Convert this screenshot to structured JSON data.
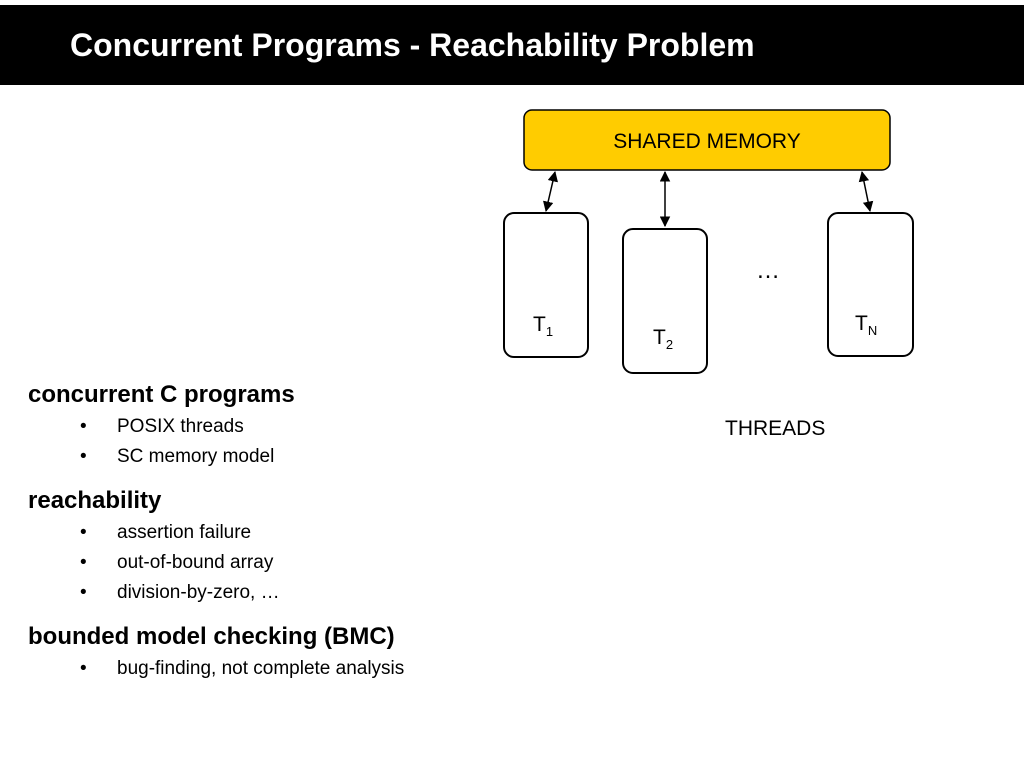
{
  "slide": {
    "title": "Concurrent Programs - Reachability Problem"
  },
  "diagram": {
    "memory_label": "SHARED MEMORY",
    "threads_caption": "THREADS",
    "ellipsis": "…",
    "threads": [
      {
        "base": "T",
        "subscript": "1"
      },
      {
        "base": "T",
        "subscript": "2"
      },
      {
        "base": "T",
        "subscript": "N"
      }
    ],
    "colors": {
      "memory_fill": "#FFCC00",
      "stroke": "#000000"
    }
  },
  "sections": [
    {
      "heading": "concurrent C programs",
      "bullets": [
        "POSIX threads",
        "SC memory model"
      ]
    },
    {
      "heading": "reachability",
      "bullets": [
        "assertion failure",
        "out-of-bound array",
        "division-by-zero, …"
      ]
    },
    {
      "heading": "bounded model checking (BMC)",
      "bullets": [
        "bug-finding, not complete analysis"
      ]
    }
  ],
  "bullet_symbol": "•"
}
